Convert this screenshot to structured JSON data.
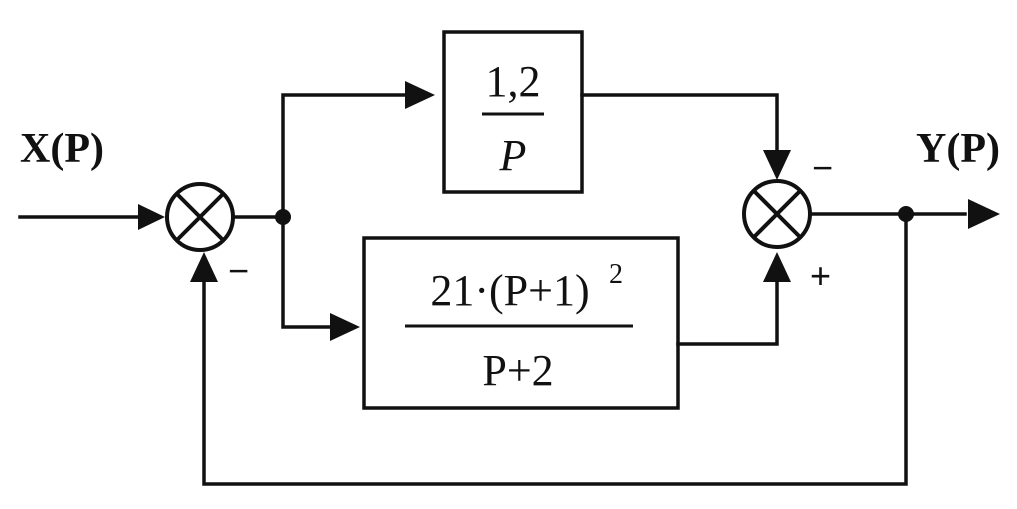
{
  "signals": {
    "input": "X(P)",
    "output": "Y(P)"
  },
  "blocks": {
    "upper": {
      "numerator": "1,2",
      "denominator": "P"
    },
    "lower": {
      "numerator_main": "21·(P+1)",
      "numerator_exponent": "2",
      "denominator": "P+2"
    }
  },
  "summing_junctions": {
    "first": {
      "feedback_sign": "−"
    },
    "second": {
      "upper_sign": "−",
      "lower_sign": "+"
    }
  },
  "colors": {
    "stroke": "#111111",
    "background": "#ffffff"
  }
}
